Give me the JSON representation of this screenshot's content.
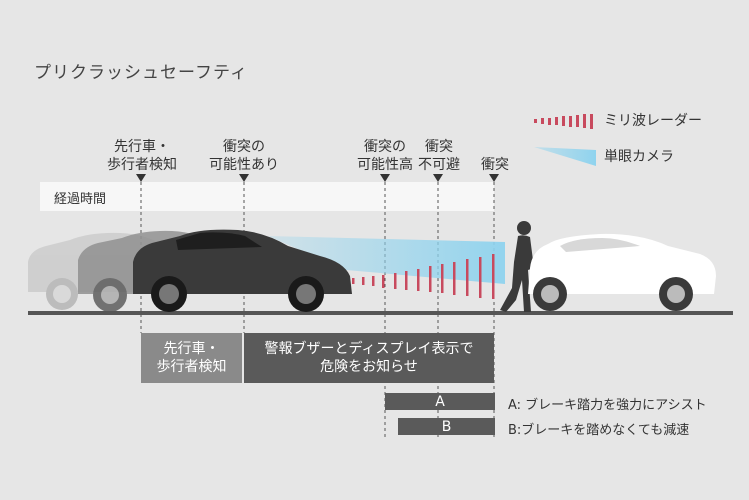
{
  "title": "プリクラッシュセーフティ",
  "legend": {
    "radar_label": "ミリ波レーダー",
    "camera_label": "単眼カメラ",
    "radar_color": "#c84a5e",
    "camera_color": "#8fd3ee"
  },
  "stages": [
    {
      "line1": "先行車・",
      "line2": "歩行者検知"
    },
    {
      "line1": "衝突の",
      "line2": "可能性あり"
    },
    {
      "line1": "衝突の",
      "line2": "可能性高"
    },
    {
      "line1": "衝突",
      "line2": "不可避"
    },
    {
      "line1": "衝突",
      "line2": ""
    }
  ],
  "timeline_label": "経過時間",
  "boxes": {
    "detect_line1": "先行車・",
    "detect_line2": "歩行者検知",
    "warn_line1": "警報ブザーとディスプレイ表示で",
    "warn_line2": "危険をお知らせ"
  },
  "phases": {
    "a_label": "A",
    "b_label": "B",
    "a_desc": "A: ブレーキ踏力を強力にアシスト",
    "b_desc": "B:ブレーキを踏めなくても減速"
  }
}
